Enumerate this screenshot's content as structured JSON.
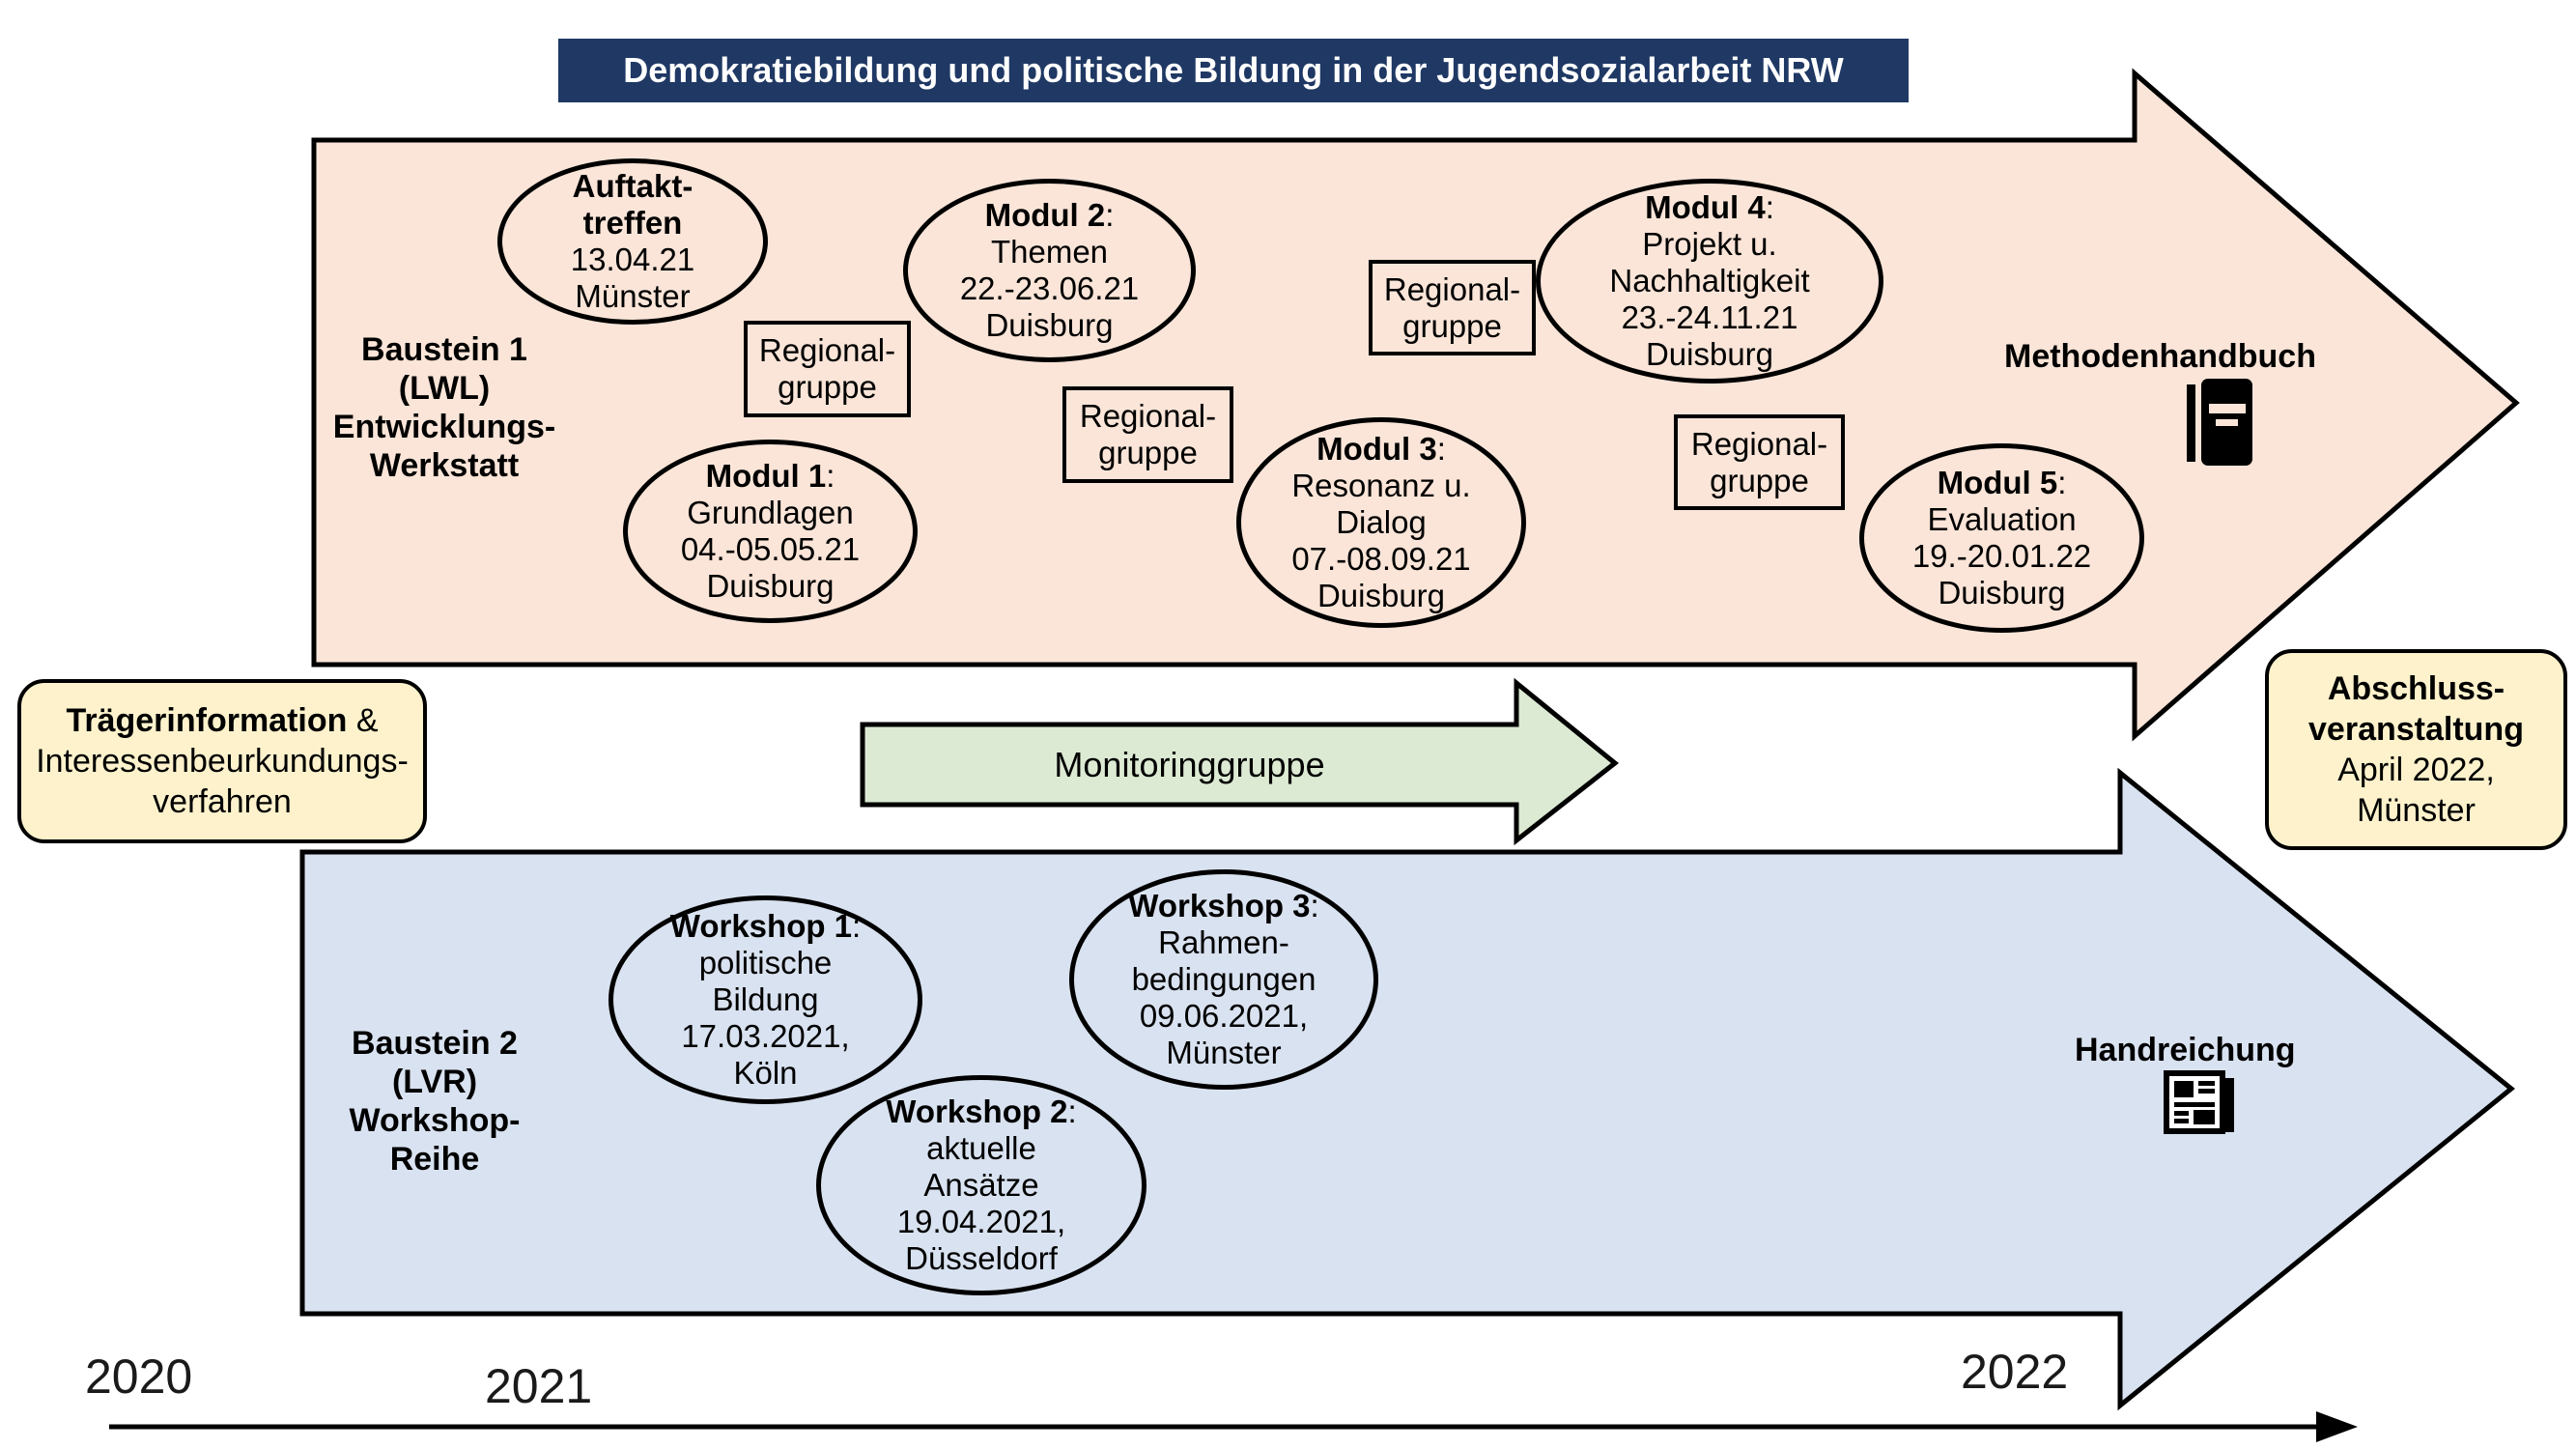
{
  "title": "Demokratiebildung und politische Bildung in der Jugendsozialarbeit NRW",
  "baustein1": {
    "label_lines": [
      "Baustein 1 (LWL)",
      "Entwicklungs-",
      "Werkstatt"
    ],
    "regional_group_label": [
      "Regional-",
      "gruppe"
    ],
    "deliverable": "Methodenhandbuch",
    "nodes": [
      {
        "bold_lines": [
          "Auftakt-",
          "treffen"
        ],
        "colon": "",
        "lines": [
          "13.04.21",
          "Münster"
        ]
      },
      {
        "bold_lines": [
          "Modul 1"
        ],
        "colon": ":",
        "lines": [
          "Grundlagen",
          "04.-05.05.21",
          "Duisburg"
        ]
      },
      {
        "bold_lines": [
          "Modul 2"
        ],
        "colon": ":",
        "lines": [
          "Themen",
          "22.-23.06.21",
          "Duisburg"
        ]
      },
      {
        "bold_lines": [
          "Modul 3"
        ],
        "colon": ":",
        "lines": [
          "Resonanz u.",
          "Dialog",
          "07.-08.09.21",
          "Duisburg"
        ]
      },
      {
        "bold_lines": [
          "Modul 4"
        ],
        "colon": ":",
        "lines": [
          "Projekt u.",
          "Nachhaltigkeit",
          "23.-24.11.21",
          "Duisburg"
        ]
      },
      {
        "bold_lines": [
          "Modul 5"
        ],
        "colon": ":",
        "lines": [
          "Evaluation",
          "19.-20.01.22",
          "Duisburg"
        ]
      }
    ]
  },
  "baustein2": {
    "label_lines": [
      "Baustein 2 (LVR)",
      "Workshop-",
      "Reihe"
    ],
    "deliverable": "Handreichung",
    "nodes": [
      {
        "bold_lines": [
          "Workshop 1"
        ],
        "colon": ":",
        "lines": [
          "politische",
          "Bildung",
          "17.03.2021,",
          "Köln"
        ]
      },
      {
        "bold_lines": [
          "Workshop 2"
        ],
        "colon": ":",
        "lines": [
          "aktuelle",
          "Ansätze",
          "19.04.2021,",
          "Düsseldorf"
        ]
      },
      {
        "bold_lines": [
          "Workshop 3"
        ],
        "colon": ":",
        "lines": [
          "Rahmen-",
          "bedingungen",
          "09.06.2021,",
          "Münster"
        ]
      }
    ]
  },
  "side_boxes": {
    "left": {
      "bold": "Trägerinformation",
      "rest": " &",
      "lines": [
        "Interessenbeurkundungs-",
        "verfahren"
      ]
    },
    "right": {
      "bold_lines": [
        "Abschluss-",
        "veranstaltung"
      ],
      "lines": [
        "April 2022,",
        "Münster"
      ]
    }
  },
  "monitoring": {
    "label": "Monitoringgruppe"
  },
  "timeline": {
    "years": [
      "2020",
      "2021",
      "2022"
    ]
  },
  "colors": {
    "title_bg": "#1f3864",
    "baustein1_fill": "#fae5d8",
    "baustein2_fill": "#d9e2f0",
    "monitoring_fill": "#dcead3",
    "note_fill": "#fdf2cc",
    "outline": "#000000"
  }
}
